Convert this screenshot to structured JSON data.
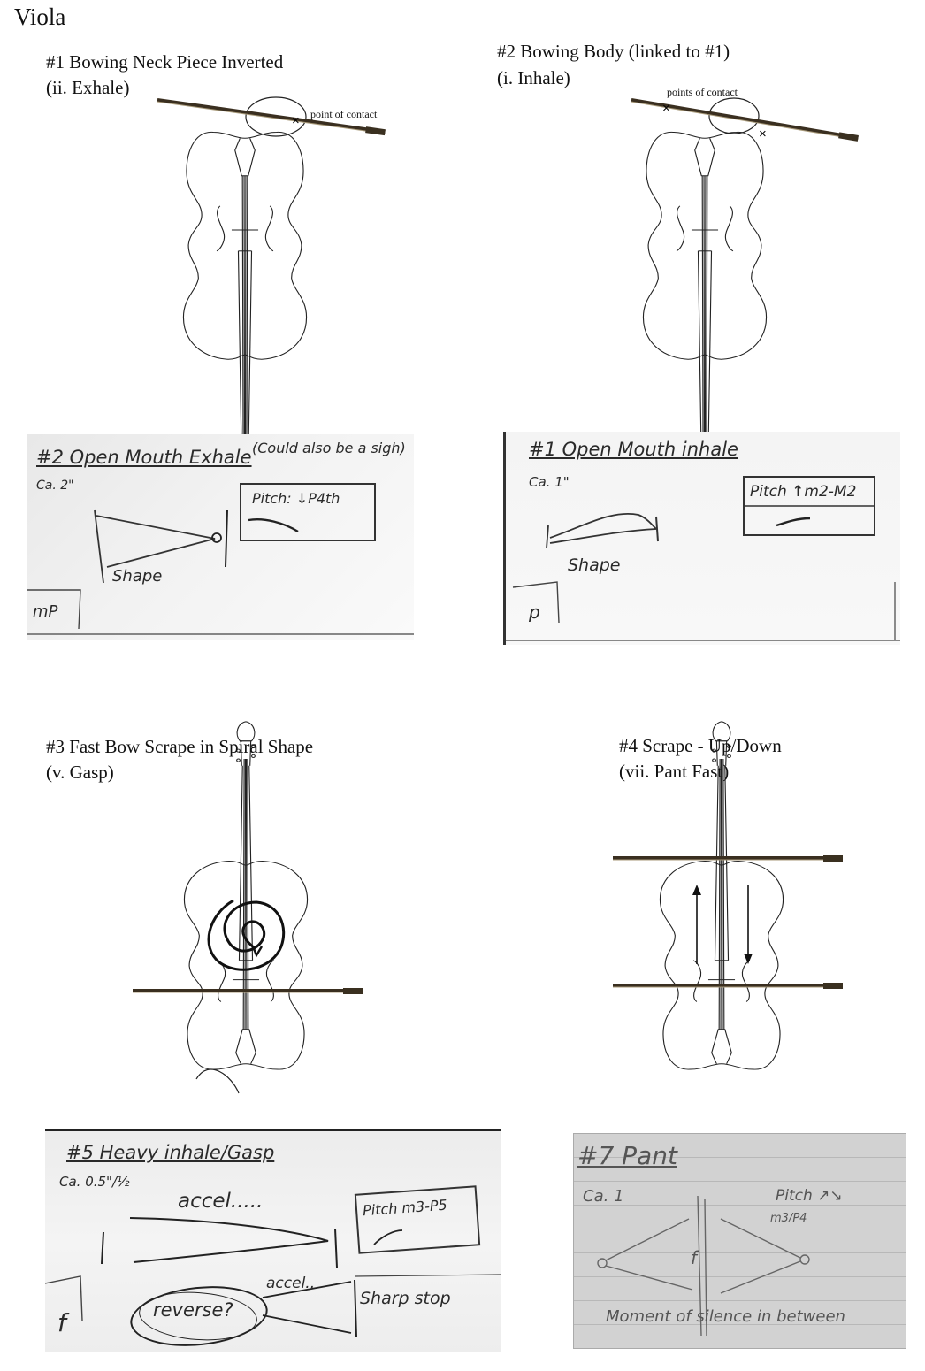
{
  "page_title": "Viola",
  "sections": [
    {
      "heading": "#1 Bowing Neck Piece Inverted",
      "subheading": "(ii. Exhale)",
      "annotation": "point of contact",
      "card": {
        "title": "#2 Open Mouth Exhale",
        "aside": "(Could also be a sigh)",
        "duration": "Ca. 2\"",
        "pitch": "Pitch: ↓P4th",
        "shape_label": "Shape",
        "dynamic": "mP"
      }
    },
    {
      "heading": "#2 Bowing Body (linked to #1)",
      "subheading": "(i. Inhale)",
      "annotation": "points of contact",
      "card": {
        "title": "#1 Open Mouth inhale",
        "duration": "Ca. 1\"",
        "pitch": "Pitch ↑m2-M2",
        "shape_label": "Shape",
        "dynamic": "p"
      }
    },
    {
      "heading": "#3 Fast Bow Scrape in Spiral Shape",
      "subheading": "(v. Gasp)",
      "card": {
        "title": "#5 Heavy inhale/Gasp",
        "duration": "Ca. 0.5\"/½",
        "accel_1": "accel.....",
        "pitch": "Pitch m3-P5",
        "dynamic": "f",
        "reverse": "reverse?",
        "accel_2": "accel..",
        "stop": "Sharp stop"
      }
    },
    {
      "heading": "#4 Scrape - Up/Down",
      "subheading": "(vii. Pant Fast)",
      "card": {
        "title": "#7 Pant",
        "duration": "Ca. 1",
        "pitch": "Pitch ↗↘",
        "interval": "m3/P4",
        "dynamic": "f",
        "footer": "Moment of silence in between"
      }
    }
  ]
}
